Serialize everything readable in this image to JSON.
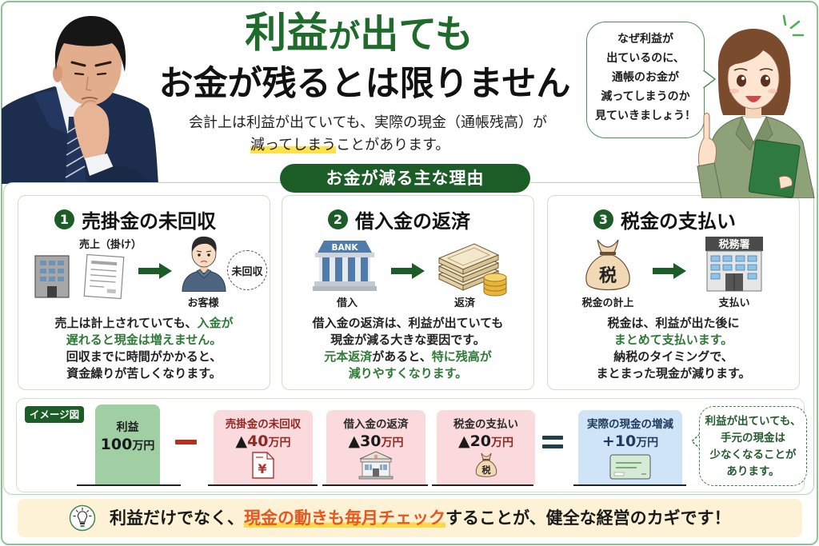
{
  "colors": {
    "brand_green": "#1b5c27",
    "title_green": "#1f6b2c",
    "emphasis_green": "#2e7a36",
    "frame_green": "#8cc390",
    "highlight_yellow": "#ffe14a",
    "tip_orange": "#e8561c",
    "deduction_red": "#8f2a22",
    "profit_box": "#a0cfa4",
    "deduction_box": "#fbdadd",
    "result_box": "#cfe4f7"
  },
  "header": {
    "title_line1": {
      "part1": "利益",
      "part2": "が",
      "part3": "出ても"
    },
    "title_line2": "お金が残るとは限りません",
    "subtitle_line1": "会計上は利益が出ていても、実際の現金（通帳残高）が",
    "subtitle_line2_highlight": "減ってしまう",
    "subtitle_line2_rest": "ことがあります。"
  },
  "speech_bubble": {
    "lines": [
      "なぜ利益が",
      "出ているのに、",
      "通帳のお金が",
      "減ってしまうのか",
      "見ていきましょう！"
    ]
  },
  "section_heading": "お金が減る主な理由",
  "reasons": [
    {
      "number": "1",
      "title": "売掛金の未回収",
      "diagram": {
        "label_sales": "売上（掛け）",
        "label_customer": "お客様",
        "badge": "未回収"
      },
      "lines": [
        [
          {
            "t": "売上は計上されていても、",
            "em": false
          },
          {
            "t": "入金が",
            "em": true
          }
        ],
        [
          {
            "t": "遅れると現金は増えません。",
            "em": true
          }
        ],
        [
          {
            "t": "回収までに時間がかかると、",
            "em": false
          }
        ],
        [
          {
            "t": "資金繰りが苦しくなります。",
            "em": false
          }
        ]
      ]
    },
    {
      "number": "2",
      "title": "借入金の返済",
      "diagram": {
        "bank_sign": "BANK",
        "label_from": "借入",
        "label_to": "返済"
      },
      "lines": [
        [
          {
            "t": "借入金の返済は、利益が出ていても",
            "em": false
          }
        ],
        [
          {
            "t": "現金が減る大きな要因です。",
            "em": false
          }
        ],
        [
          {
            "t": "元本返済",
            "em": true
          },
          {
            "t": "があると、",
            "em": false
          },
          {
            "t": "特に残高が",
            "em": true
          }
        ],
        [
          {
            "t": "減りやすくなります。",
            "em": true
          }
        ]
      ]
    },
    {
      "number": "3",
      "title": "税金の支払い",
      "diagram": {
        "bag_mark": "税",
        "office_sign": "税務署",
        "label_from": "税金の計上",
        "label_to": "支払い"
      },
      "lines": [
        [
          {
            "t": "税金は、利益が出た後に",
            "em": false
          }
        ],
        [
          {
            "t": "まとめて支払います。",
            "em": true
          }
        ],
        [
          {
            "t": "納税のタイミングで、",
            "em": false
          }
        ],
        [
          {
            "t": "まとまった現金が減ります。",
            "em": false
          }
        ]
      ]
    }
  ],
  "image_figure": {
    "tag": "イメージ図",
    "profit": {
      "label": "利益",
      "amount": "100",
      "unit": "万円"
    },
    "operators": [
      "minus",
      "equals"
    ],
    "deductions": [
      {
        "label": "売掛金の未回収",
        "sign": "▲",
        "amount": "40",
        "unit": "万円",
        "icon_mark": "¥"
      },
      {
        "label": "借入金の返済",
        "sign": "▲",
        "amount": "30",
        "unit": "万円"
      },
      {
        "label": "税金の支払い",
        "sign": "▲",
        "amount": "20",
        "unit": "万円",
        "icon_mark": "税"
      }
    ],
    "result": {
      "label": "実際の現金の増減",
      "sign": "+",
      "amount": "10",
      "unit": "万円"
    },
    "note_lines": [
      "利益が出ていても、",
      "手元の現金は",
      "少なくなることが",
      "あります。"
    ]
  },
  "tip": {
    "before": "利益だけでなく、",
    "highlight": "現金の動きも毎月チェック",
    "after": "することが、健全な経営のカギです！"
  }
}
